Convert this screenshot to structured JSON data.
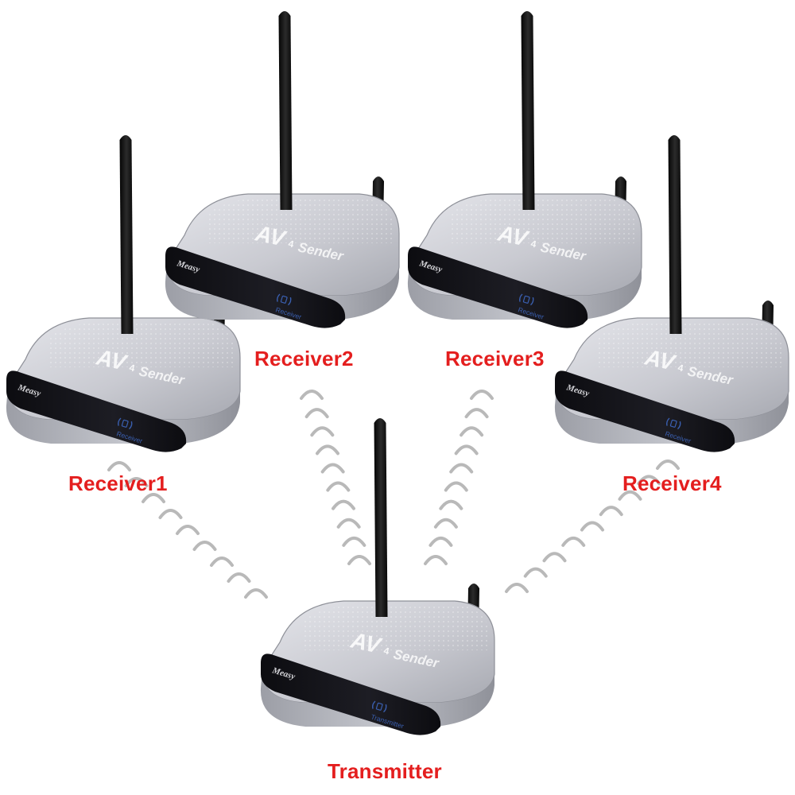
{
  "colors": {
    "label": "#e41e1e",
    "housing_light": "#dcdde3",
    "housing_dark": "#9a9ca4",
    "face": "#15151a",
    "antenna": "#141414",
    "signal_arc": "#b9b9b9",
    "panel_text": "#3a5fb0"
  },
  "device_text": {
    "model_main": "AV",
    "model_sub": "Sender",
    "model_digit": "4",
    "brand": "Measy"
  },
  "devices": [
    {
      "role": "receiver",
      "label": "Receiver1",
      "panel_text": "Receiver",
      "icon": "audio-video-icon"
    },
    {
      "role": "receiver",
      "label": "Receiver2",
      "panel_text": "Receiver",
      "icon": "audio-video-icon"
    },
    {
      "role": "receiver",
      "label": "Receiver3",
      "panel_text": "Receiver",
      "icon": "audio-video-icon"
    },
    {
      "role": "receiver",
      "label": "Receiver4",
      "panel_text": "Receiver",
      "icon": "audio-video-icon"
    },
    {
      "role": "transmitter",
      "label": "Transmitter",
      "panel_text": "Transmitter",
      "icon": "audio-video-icon"
    }
  ],
  "signal_icon": "wireless-signal-arcs"
}
